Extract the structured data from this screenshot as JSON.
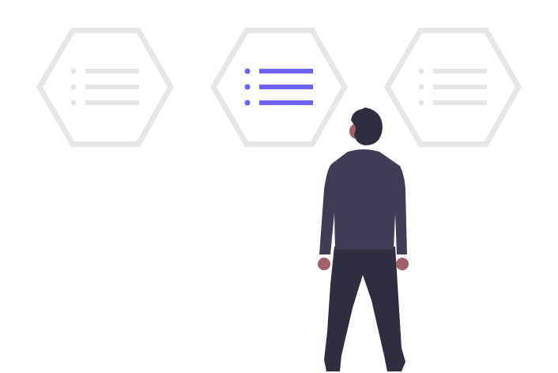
{
  "illustration": {
    "cards": [
      {
        "state": "inactive",
        "items": 3
      },
      {
        "state": "selected",
        "items": 3
      },
      {
        "state": "inactive",
        "items": 3
      }
    ],
    "colors": {
      "hexagon_stroke": "#e6e6e6",
      "inactive_list": "#e6e6e6",
      "accent": "#6c63ff",
      "shirt": "#3f3d56",
      "pants_hair": "#2f2e41",
      "skin": "#a0616a"
    },
    "icons": [
      "hexagon-list-icon",
      "person-figure"
    ]
  }
}
